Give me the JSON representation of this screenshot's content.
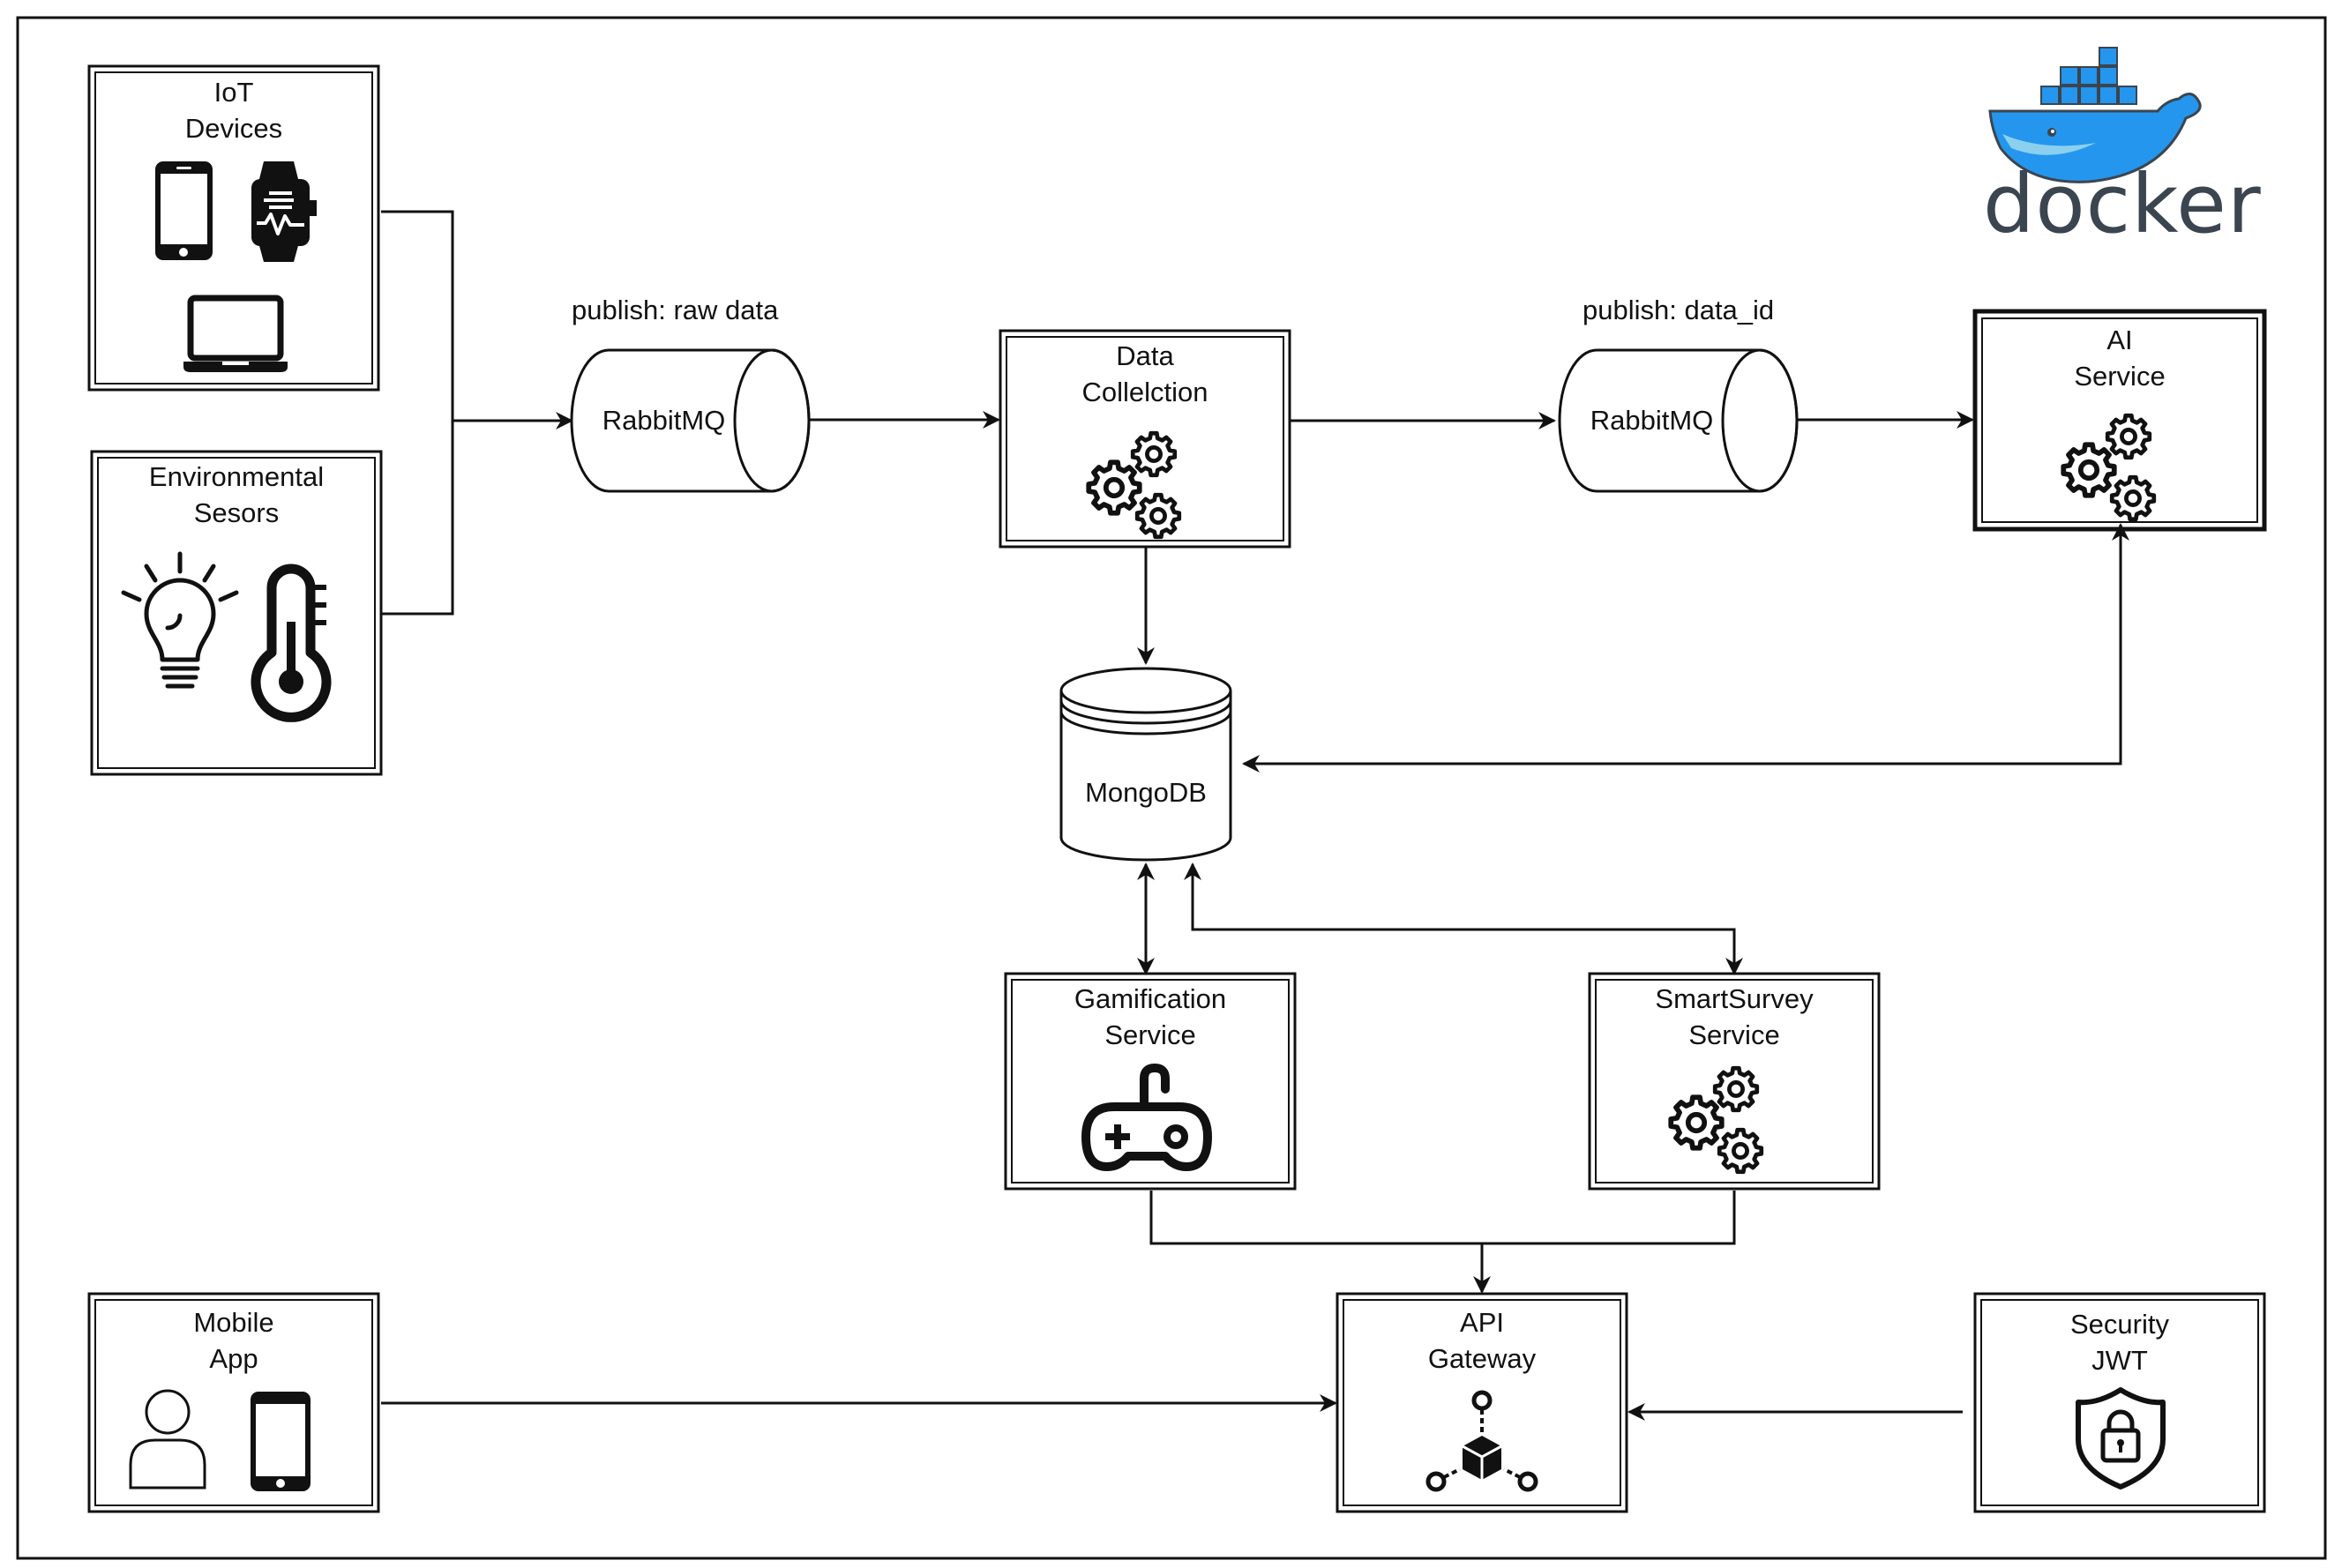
{
  "colors": {
    "stroke": "#111111",
    "docker_blue": "#2496ed",
    "docker_dark": "#3b4550",
    "docker_light": "#8bd0ee"
  },
  "nodes": {
    "iot_devices": {
      "line1": "IoT",
      "line2": "Devices",
      "icons": [
        "smartphone-icon",
        "smartwatch-icon",
        "laptop-icon"
      ]
    },
    "environmental_sensors": {
      "line1": "Environmental",
      "line2": "Sesors",
      "icons": [
        "light-bulb-icon",
        "thermometer-icon"
      ]
    },
    "rabbitmq_raw": {
      "label": "RabbitMQ",
      "caption": "publish: raw data"
    },
    "data_collection": {
      "line1": "Data",
      "line2": "Collelction",
      "icons": [
        "gears-icon"
      ]
    },
    "rabbitmq_id": {
      "label": "RabbitMQ",
      "caption": "publish: data_id"
    },
    "ai_service": {
      "line1": "AI",
      "line2": "Service",
      "icons": [
        "gears-icon"
      ]
    },
    "mongodb": {
      "label": "MongoDB"
    },
    "gamification": {
      "line1": "Gamification",
      "line2": "Service",
      "icons": [
        "gamepad-icon"
      ]
    },
    "smartsurvey": {
      "line1": "SmartSurvey",
      "line2": "Service",
      "icons": [
        "gears-icon"
      ]
    },
    "mobile_app": {
      "line1": "Mobile",
      "line2": "App",
      "icons": [
        "user-icon",
        "smartphone-icon"
      ]
    },
    "api_gateway": {
      "line1": "API",
      "line2": "Gateway",
      "icons": [
        "network-hub-icon"
      ]
    },
    "security": {
      "line1": "Security",
      "line2": "JWT",
      "icons": [
        "shield-lock-icon"
      ]
    }
  },
  "logo": {
    "word": "docker",
    "icon": "docker-whale-icon"
  }
}
